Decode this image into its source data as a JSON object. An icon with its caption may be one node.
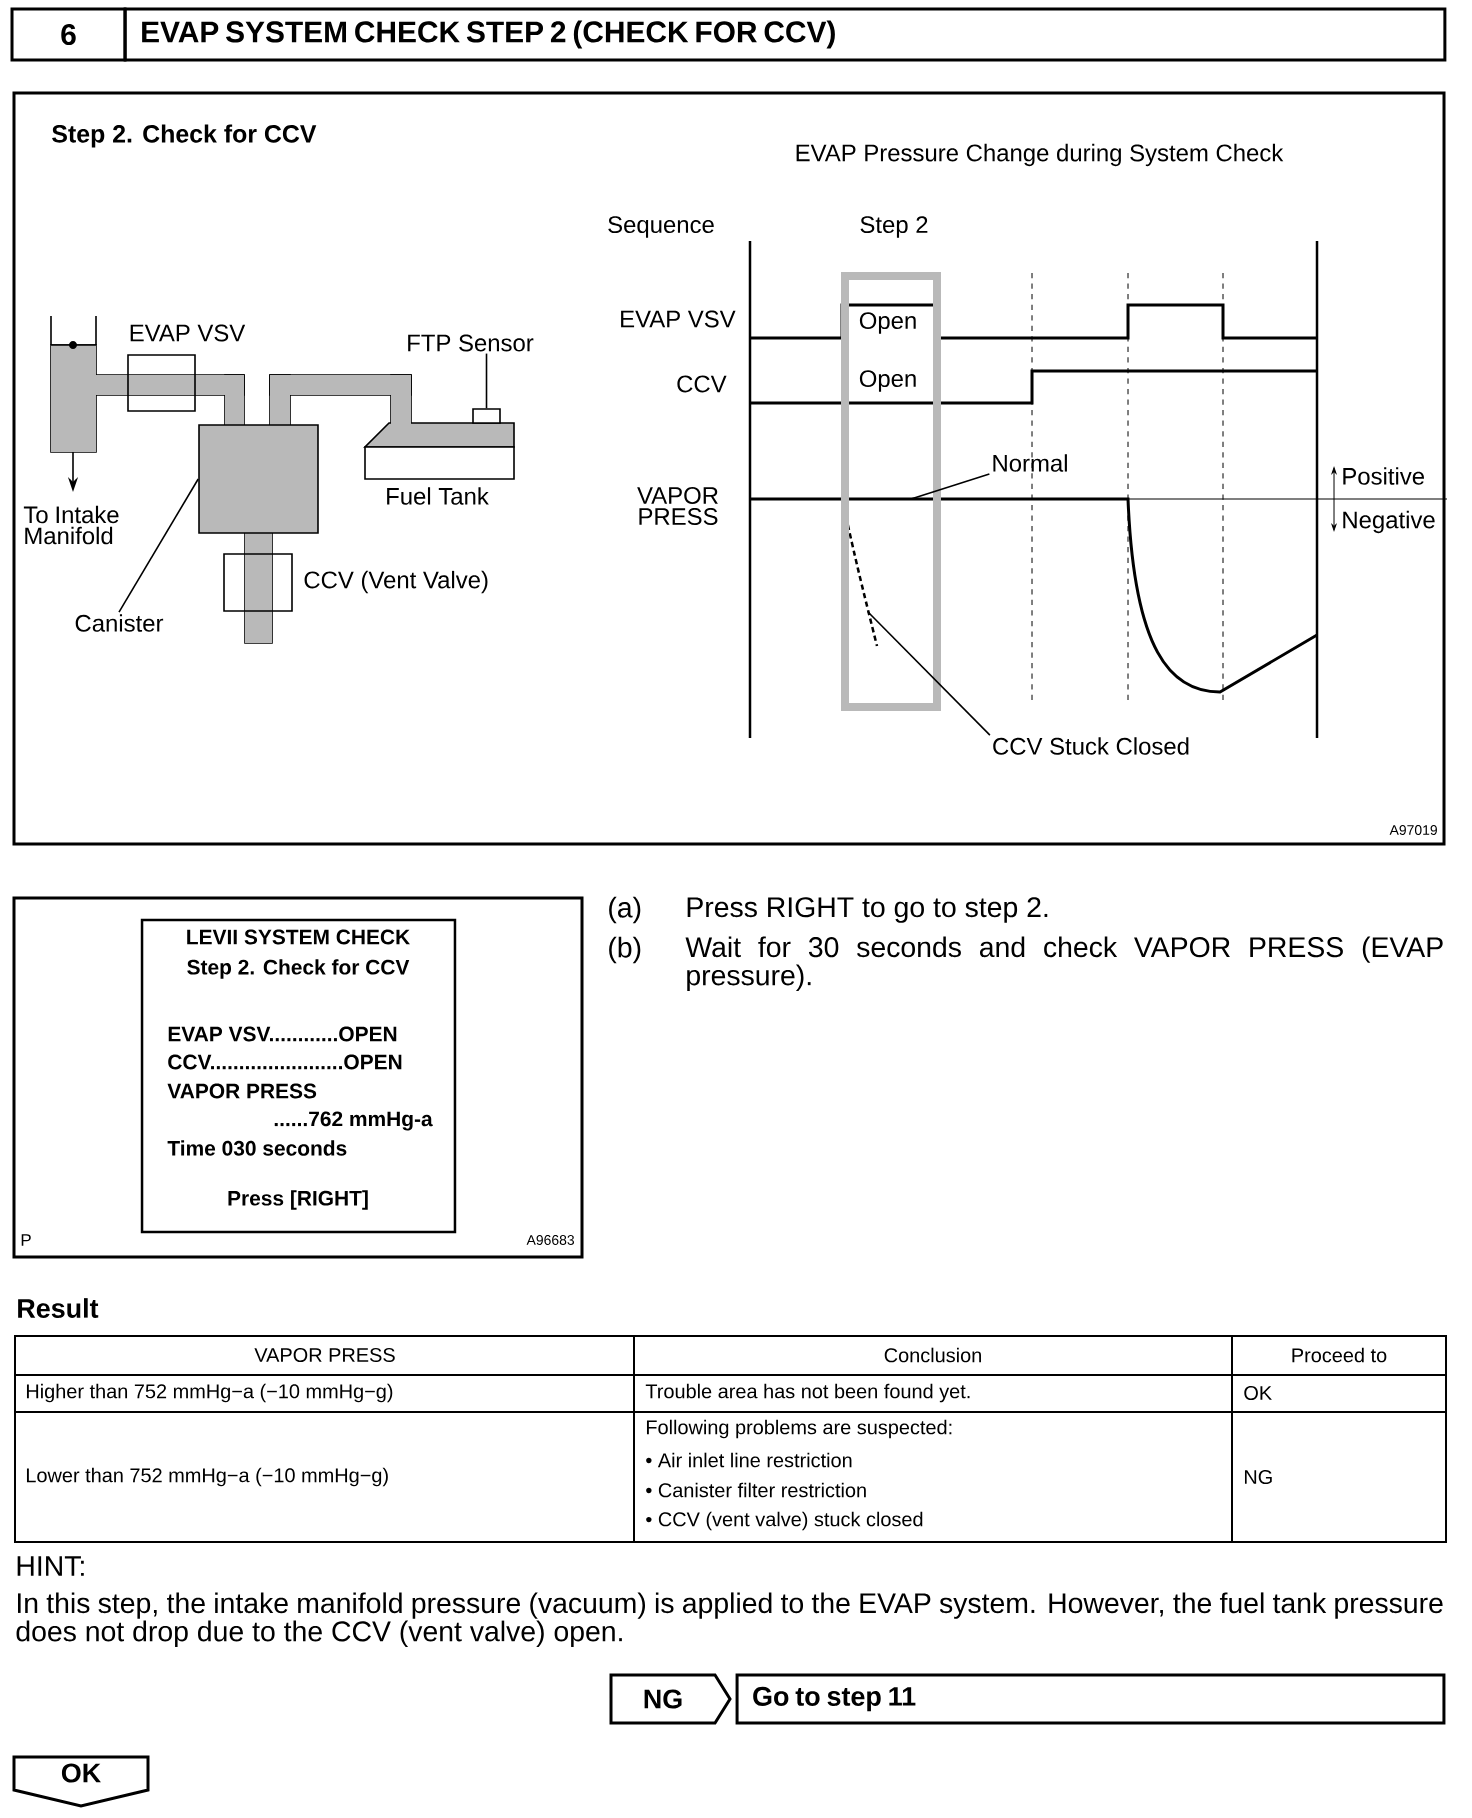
{
  "diagram": {
    "nodes": [
      {
        "text": [
          "6"
        ]
      },
      {
        "text": [
          "EVAP SYSTEM CHECK STEP 2 (CHECK FOR CCV)"
        ]
      },
      {
        "text": [
          "Canister"
        ]
      },
      {
        "text": [],
        "shape": "box"
      },
      {
        "text": [
          "FTP Sensor"
        ]
      },
      {
        "text": [],
        "shape": "box"
      },
      {
        "text": [
          "Normal"
        ]
      },
      {
        "text": [
          "CCV Stuck Closed"
        ]
      },
      {
        "text": [
          "LEVII SYSTEM CHECK",
          "Step 2. Check for CCV",
          "EVAP VSV............OPEN",
          "CCV.......................OPEN",
          "VAPOR PRESS",
          "......762 mmHg-a",
          "Time  030 seconds",
          "Press [RIGHT]"
        ]
      },
      {
        "text": [
          "NG"
        ]
      },
      {
        "text": [
          "Go to step 11"
        ]
      },
      {
        "text": [
          "OK"
        ]
      },
      {
        "text": [
          "Open",
          "Open"
        ]
      }
    ],
    "edges": [
      {
        "from": 2,
        "to": 3,
        "arrow": "none"
      },
      {
        "from": 4,
        "to": 5,
        "arrow": "none"
      },
      {
        "from": 6,
        "to": 12,
        "arrow": "none"
      },
      {
        "from": 7,
        "to": 12,
        "arrow": "none"
      }
    ],
    "labels": [
      "Step 2. Check for CCV",
      "EVAP Pressure Change during System Check",
      "Sequence",
      "Step 2",
      "EVAP VSV",
      "EVAP VSV",
      "CCV",
      "VAPOR PRESS",
      "Positive",
      "Negative",
      "Fuel Tank",
      "To Intake Manifold",
      "CCV (Vent Valve)",
      "A97019",
      "(a)",
      "Press RIGHT to go to step 2.",
      "(b)",
      "Wait for 30 seconds and check VAPOR PRESS (EVAP pressure).",
      "P",
      "A96683",
      "Result",
      "VAPOR PRESS",
      "Conclusion",
      "Proceed to",
      "Higher than 752 mmHg−a (−10 mmHg−g)",
      "Trouble area has not been found yet.",
      "OK",
      "Lower than 752 mmHg−a (−10 mmHg−g)",
      "Following problems are suspected:",
      "• Air inlet line restriction",
      "• Canister filter restriction",
      "• CCV (vent valve) stuck closed",
      "NG",
      "HINT:",
      "In this step, the intake manifold pressure (vacuum) is applied to the EVAP system. However, the fuel tank pressure does not drop due to the CCV (vent valve) open."
    ]
  }
}
